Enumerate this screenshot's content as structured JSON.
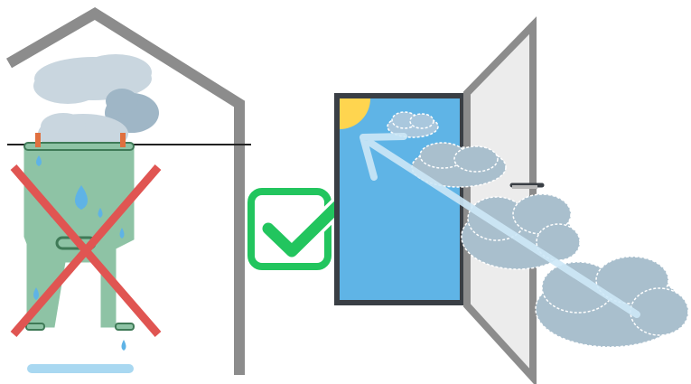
{
  "scene": {
    "left_panel": {
      "subject": "drying-clothes-indoors",
      "verdict": "wrong",
      "verdict_icon": "red-cross-icon"
    },
    "right_panel": {
      "subject": "open-window-ventilation",
      "verdict": "correct",
      "verdict_icon": "green-check-icon"
    },
    "colors": {
      "house_outline": "#8c8c8c",
      "cloth": "#8ec3a5",
      "cloth_stroke": "#3f7a57",
      "water_drop": "#5fb3e6",
      "puddle": "#a9d8f1",
      "cross": "#e05552",
      "check": "#22c55e",
      "window_frame": "#3a3f45",
      "sky": "#5fb4e6",
      "sun": "#ffd54f",
      "door_panel": "#ececec",
      "cloud": "#a9bfcd",
      "cloud_light": "#c6d4de",
      "airflow_arrow": "#b9dff3"
    }
  }
}
